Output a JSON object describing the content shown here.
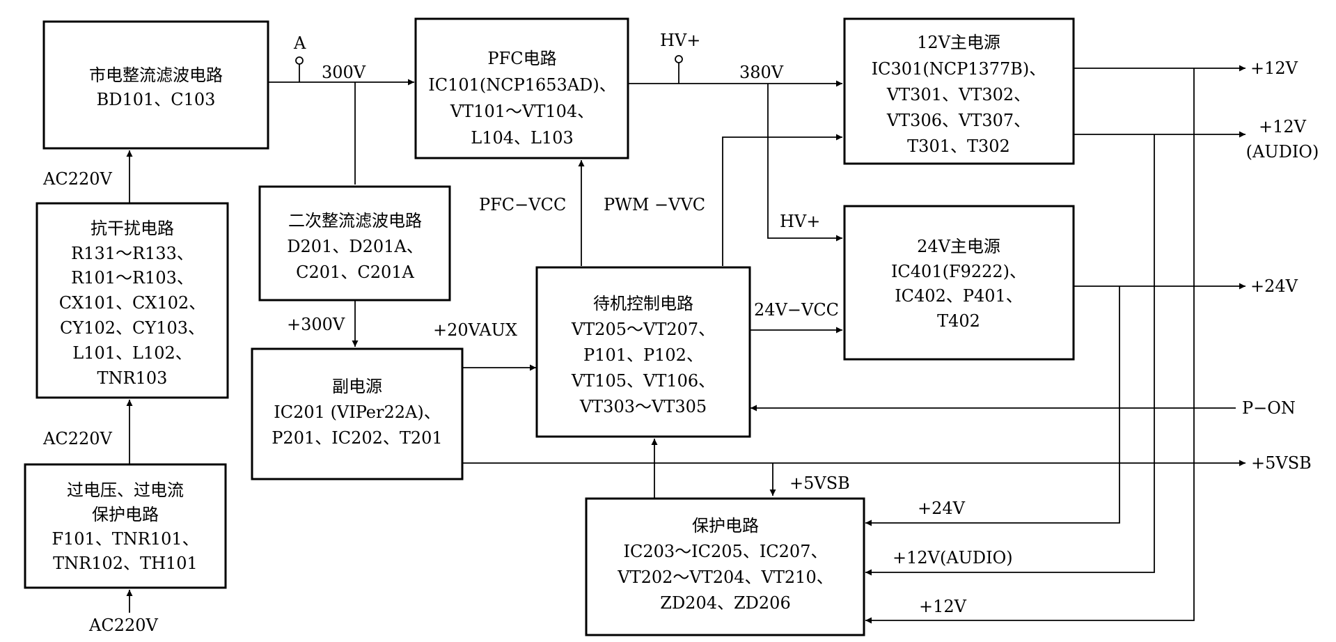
{
  "blocks": {
    "rectifier": {
      "lines": [
        "市电整流滤波电路",
        "BD101、C103"
      ]
    },
    "pfc": {
      "lines": [
        "PFC电路",
        "IC101(NCP1653AD)、",
        "VT101～VT104、",
        "L104、L103"
      ]
    },
    "main12": {
      "lines": [
        "12V主电源",
        "IC301(NCP1377B)、",
        "VT301、VT302、",
        "VT306、VT307、",
        "T301、T302"
      ]
    },
    "emi": {
      "lines": [
        "抗干扰电路",
        "R131～R133、",
        "R101～R103、",
        "CX101、CX102、",
        "CY102、CY103、",
        "L101、L102、",
        "TNR103"
      ]
    },
    "secondary": {
      "lines": [
        "二次整流滤波电路",
        "D201、D201A、",
        "C201、C201A"
      ]
    },
    "main24": {
      "lines": [
        "24V主电源",
        "IC401(F9222)、",
        "IC402、P401、",
        "T402"
      ]
    },
    "standby": {
      "lines": [
        "待机控制电路",
        "VT205～VT207、",
        "P101、P102、",
        "VT105、VT106、",
        "VT303～VT305"
      ]
    },
    "aux": {
      "lines": [
        "副电源",
        "IC201 (VIPer22A)、",
        "P201、IC202、T201"
      ]
    },
    "overvolt": {
      "lines": [
        "过电压、过电流",
        "保护电路",
        "F101、TNR101、",
        "TNR102、TH101"
      ]
    },
    "protect": {
      "lines": [
        "保护电路",
        "IC203～IC205、IC207、",
        "VT202～VT204、VT210、",
        "ZD204、ZD206"
      ]
    }
  },
  "labels": {
    "node_a": "A",
    "v300": "300V",
    "hv_plus_top": "HV+",
    "v380": "380V",
    "out_12v": "+12V",
    "out_12v_audio_1": "+12V",
    "out_12v_audio_2": "(AUDIO)",
    "out_24v": "+24V",
    "p_on": "P−ON",
    "out_5vsb": "+5VSB",
    "ac220_top": "AC220V",
    "ac220_mid": "AC220V",
    "ac220_bottom": "AC220V",
    "pfc_vcc": "PFC−VCC",
    "pwm_vvc": "PWM −VVC",
    "hv_plus_mid": "HV+",
    "v24_vcc": "24V−VCC",
    "plus_300v": "+300V",
    "plus_20vaux": "+20VAUX",
    "plus_5vsb_mid": "+5VSB",
    "fb_24v": "+24V",
    "fb_12v_audio": "+12V(AUDIO)",
    "fb_12v": "+12V"
  }
}
